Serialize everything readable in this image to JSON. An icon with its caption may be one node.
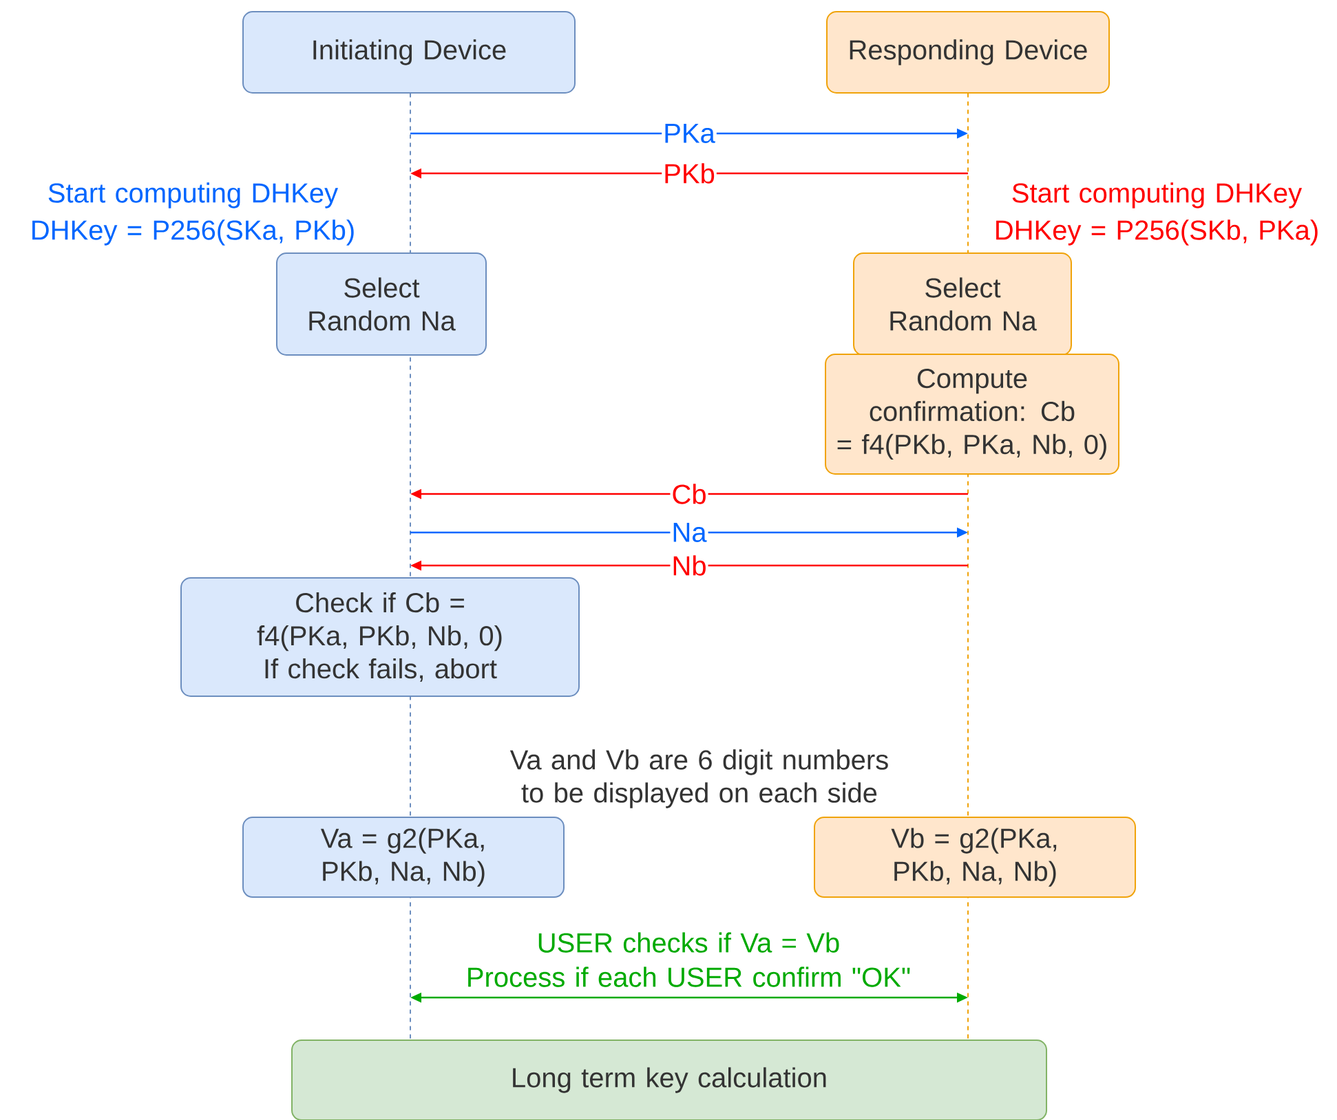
{
  "diagram": {
    "nodes": [
      {
        "text": [
          "Initiating Device"
        ]
      },
      {
        "text": [
          "Responding Device"
        ]
      },
      {
        "text": [
          "Select Random Na"
        ]
      },
      {
        "text": [
          "Select Random Na"
        ]
      },
      {
        "text": [
          "Compute confirmation: Cb = f4(PKb, PKa, Nb, 0)"
        ]
      },
      {
        "text": [
          "Check if Cb = f4(PKa, PKb, Nb, 0)",
          "If check fails, abort"
        ]
      },
      {
        "text": [
          "Va = g2(PKa, PKb, Na, Nb)"
        ]
      },
      {
        "text": [
          "Vb = g2(PKa, PKb, Na, Nb)"
        ]
      },
      {
        "text": [
          "Long term key calculation"
        ]
      },
      {
        "text": [],
        "shape": "line"
      },
      {
        "text": [],
        "shape": "line"
      }
    ],
    "edges": [
      {
        "from": 9,
        "to": 10,
        "arrow": "to",
        "label": "PKa",
        "color": "#0066ff"
      },
      {
        "from": 10,
        "to": 9,
        "arrow": "to",
        "label": "PKb",
        "color": "#ff0000"
      },
      {
        "from": 10,
        "to": 9,
        "arrow": "to",
        "label": "Cb",
        "color": "#ff0000"
      },
      {
        "from": 9,
        "to": 10,
        "arrow": "to",
        "label": "Na",
        "color": "#0066ff"
      },
      {
        "from": 10,
        "to": 9,
        "arrow": "to",
        "label": "Nb",
        "color": "#ff0000"
      },
      {
        "from": 9,
        "to": 10,
        "arrow": "both",
        "color": "#00aa00"
      }
    ],
    "labels": [
      "Start computing DHKey",
      "DHKey = P256(SKa, PKb)",
      "Start computing DHKey",
      "DHKey = P256(SKb, PKa)",
      "Va and Vb are 6 digit numbers to be displayed on each side",
      "USER checks if Va = Vb",
      "Process if each USER confirm \"OK\""
    ]
  }
}
